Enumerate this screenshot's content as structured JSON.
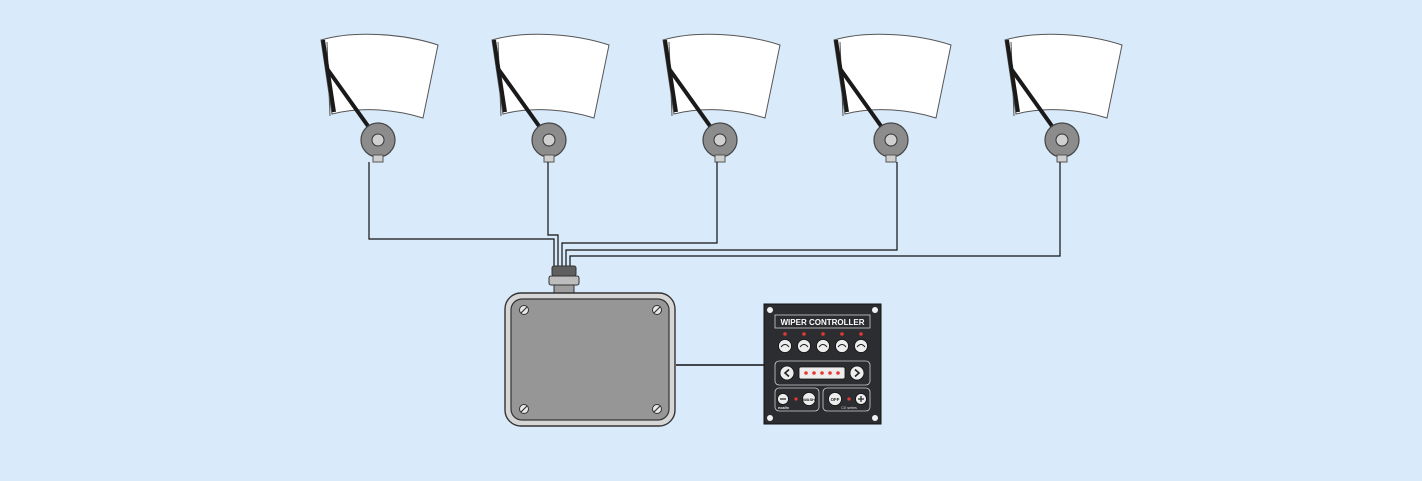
{
  "controller": {
    "title": "WIPER CONTROLLER",
    "brand_logo": "exalto",
    "series_text": "CX series",
    "buttons": {
      "wiper_select_count": 5,
      "wash": "WASH",
      "off": "OFF"
    }
  },
  "wipers": [
    {
      "name": "wiper-1"
    },
    {
      "name": "wiper-2"
    },
    {
      "name": "wiper-3"
    },
    {
      "name": "wiper-4"
    },
    {
      "name": "wiper-5"
    }
  ],
  "icons": {
    "prev": "chevron-left-icon",
    "next": "chevron-right-icon",
    "wiper_button": "wiper-icon",
    "minus": "minus-icon",
    "plus": "plus-icon"
  },
  "colors": {
    "background": "#d9eafa",
    "glass": "#ffffff",
    "blade": "#1a1a1a",
    "motor_housing": "#8c8c8c",
    "control_box": "#969696",
    "panel": "#2b2d30",
    "led": "#e53935",
    "wire": "#111111"
  }
}
